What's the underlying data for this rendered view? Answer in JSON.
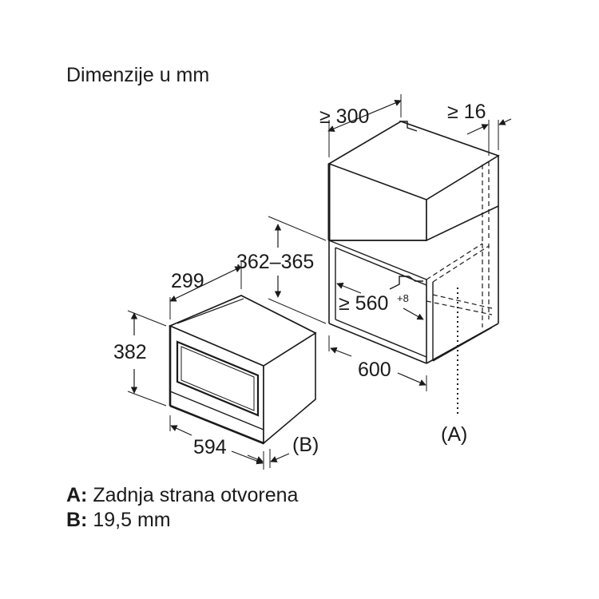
{
  "title": "Dimenzije u mm",
  "dimensions": {
    "cab_depth": "≥ 300",
    "gap_side": "≥ 16",
    "niche_height": "362–365",
    "niche_width": "≥ 560",
    "niche_width_tolerance": "+8",
    "cab_width": "600",
    "oven_depth": "299",
    "oven_height": "382",
    "oven_width": "594",
    "marker_b": "(B)",
    "marker_a": "(A)"
  },
  "legend": [
    {
      "key": "A:",
      "text": "Zadnja strana otvorena"
    },
    {
      "key": "B:",
      "text": "19,5 mm"
    }
  ]
}
